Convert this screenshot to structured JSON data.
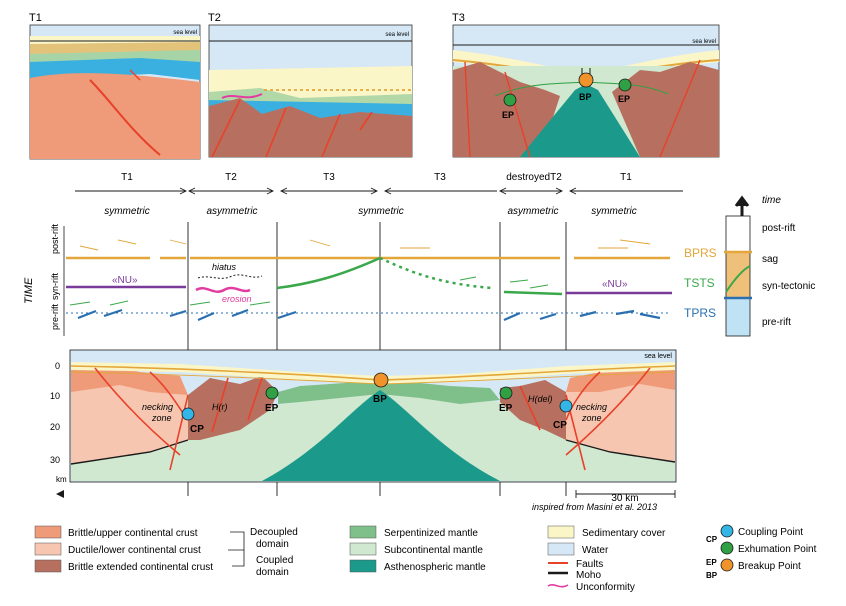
{
  "panels": {
    "t1": {
      "title": "T1",
      "sea": "sea level"
    },
    "t2": {
      "title": "T2",
      "sea": "sea level"
    },
    "t3": {
      "title": "T3",
      "sea": "sea level",
      "ep_left": "EP",
      "bp": "BP",
      "ep_right": "EP"
    }
  },
  "timeline": {
    "phases": [
      "T1",
      "T2",
      "T3",
      "T3",
      "destroyedT2",
      "T1"
    ],
    "modes": [
      "symmetric",
      "asymmetric",
      "symmetric",
      "asymmetric",
      "symmetric"
    ]
  },
  "time_panel": {
    "axis": "TIME",
    "rows": [
      "post-rift",
      "syn-rift",
      "pre-rift"
    ],
    "nu_left": "«NU»",
    "nu_right": "«NU»",
    "hiatus": "hiatus",
    "erosion": "erosion",
    "surfaces": [
      {
        "label": "BPRS",
        "color": "#e3a63a"
      },
      {
        "label": "TSTS",
        "color": "#3aa84a"
      },
      {
        "label": "TPRS",
        "color": "#2a70b0"
      }
    ]
  },
  "column": {
    "title": "time",
    "labels": [
      "post-rift",
      "sag",
      "syn-tectonic",
      "pre-rift"
    ]
  },
  "section": {
    "sea": "sea level",
    "depth_ticks": [
      "0",
      "10",
      "20",
      "30"
    ],
    "depth_unit": "km",
    "cp_left": "CP",
    "cp_right": "CP",
    "ep_left": "EP",
    "ep_right": "EP",
    "bp": "BP",
    "necking_left": "necking\nzone",
    "necking_right": "necking\nzone",
    "h_r": "H(r)",
    "h_del": "H(del)",
    "scale": "30 km",
    "credit": "inspired from Masini et al. 2013"
  },
  "legend": {
    "crust": [
      {
        "label": "Brittle/upper continental crust",
        "color": "#ef9a78"
      },
      {
        "label": "Ductile/lower continental crust",
        "color": "#f7c6b0"
      },
      {
        "label": "Brittle extended continental crust",
        "color": "#b7705f"
      }
    ],
    "decoupled": "Decoupled\ndomain",
    "coupled": "Coupled\ndomain",
    "mantle": [
      {
        "label": "Serpentinized mantle",
        "color": "#7fc08a"
      },
      {
        "label": "Subcontinental mantle",
        "color": "#cfe8cf"
      },
      {
        "label": "Asthenospheric mantle",
        "color": "#1b9a8c"
      }
    ],
    "cover": [
      {
        "label": "Sedimentary cover",
        "color": "#fbf6c8"
      },
      {
        "label": "Water",
        "color": "#d6e8f6"
      }
    ],
    "lines": [
      {
        "label": "Faults",
        "color": "#e8412a"
      },
      {
        "label": "Moho",
        "color": "#1a1a1a"
      },
      {
        "label": "Unconformity",
        "color": "#e23ca0"
      }
    ],
    "points": [
      {
        "abbr": "CP",
        "label": "Coupling Point",
        "color": "#33b5e5"
      },
      {
        "abbr": "EP",
        "label": "Exhumation Point",
        "color": "#2fa043"
      },
      {
        "abbr": "BP",
        "label": "Breakup Point",
        "color": "#f0932b"
      }
    ]
  }
}
